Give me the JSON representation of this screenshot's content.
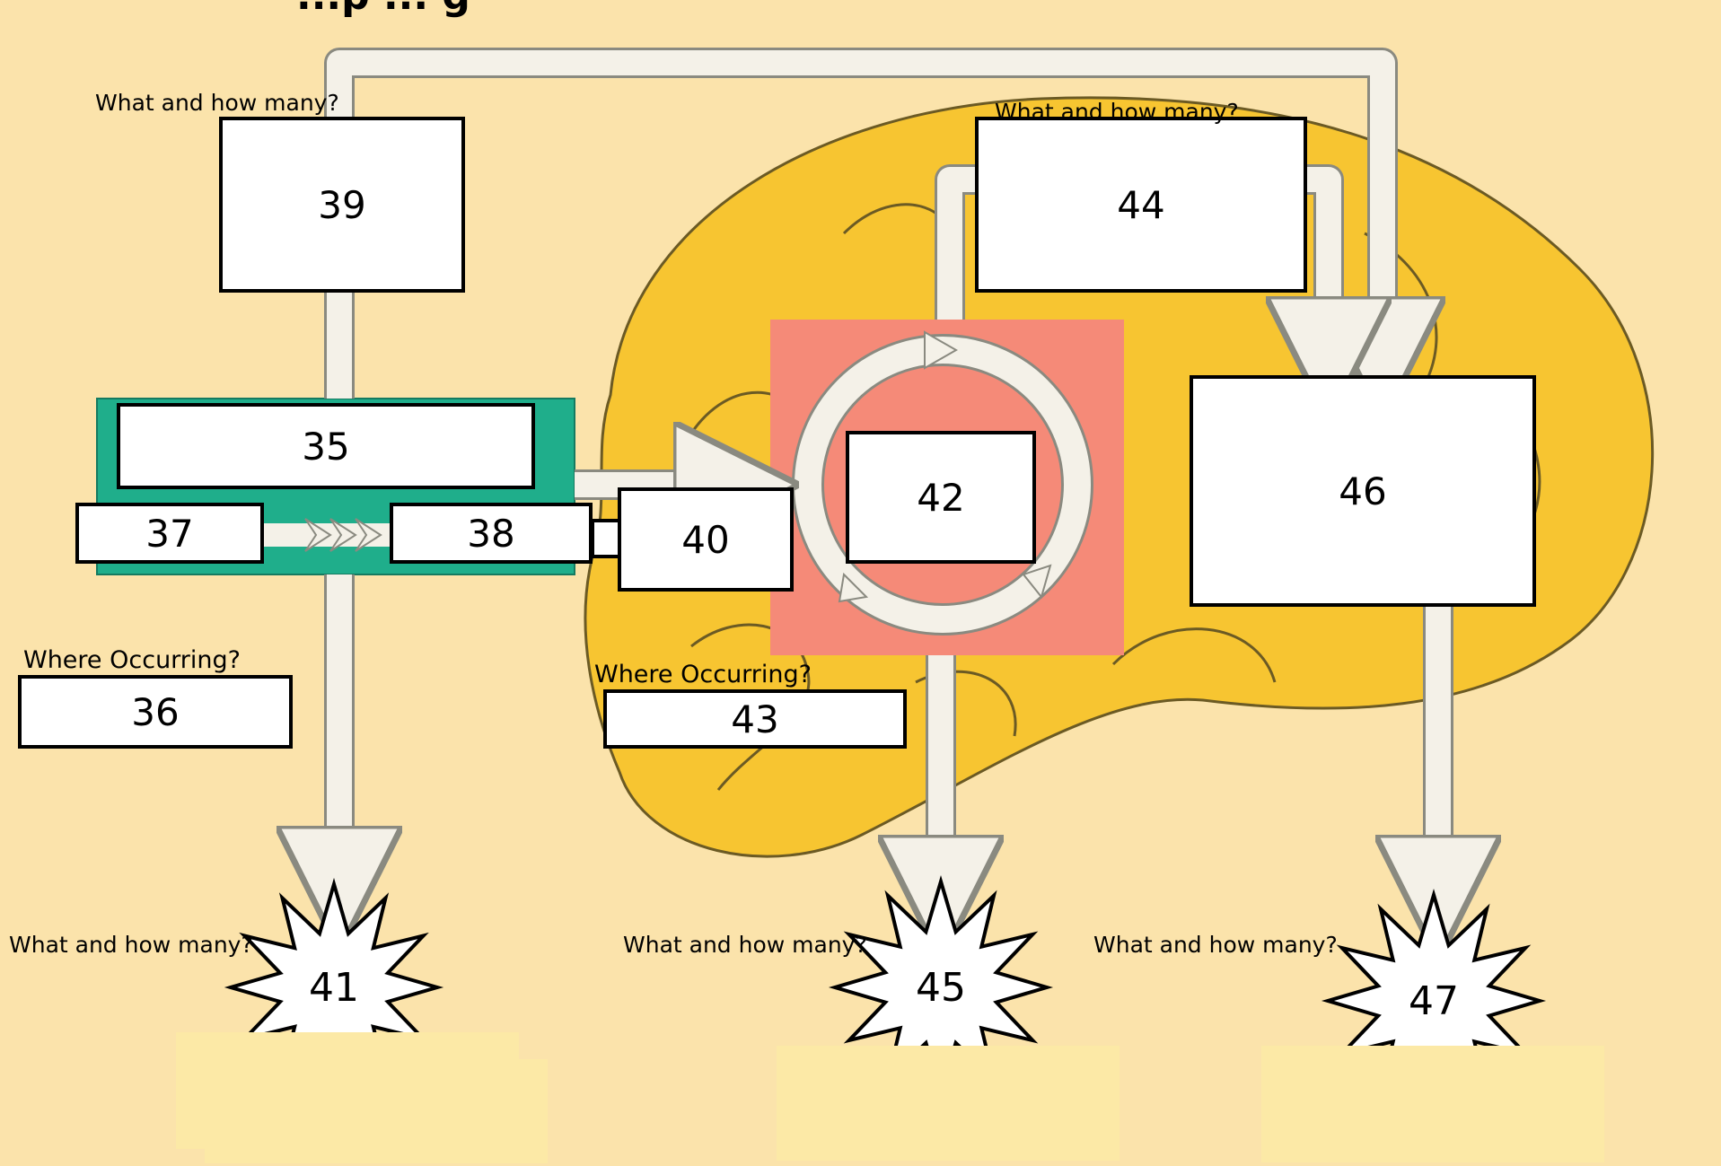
{
  "title_fragment": "...p ... g",
  "prompts": {
    "what_how_many": "What and how many?",
    "where_occurring": "Where Occurring?"
  },
  "boxes": {
    "b35": "35",
    "b36": "36",
    "b37": "37",
    "b38": "38",
    "b39": "39",
    "b40": "40",
    "b42": "42",
    "b43": "43",
    "b44": "44",
    "b46": "46"
  },
  "bursts": {
    "b41": "41",
    "b45": "45",
    "b47": "47"
  },
  "colors": {
    "background": "#fbe3ab",
    "mitochondrion": "#f7c531",
    "cytoplasm_panel": "#1fae8b",
    "krebs_panel": "#f58a78",
    "arrow": "#f4f1e8"
  }
}
